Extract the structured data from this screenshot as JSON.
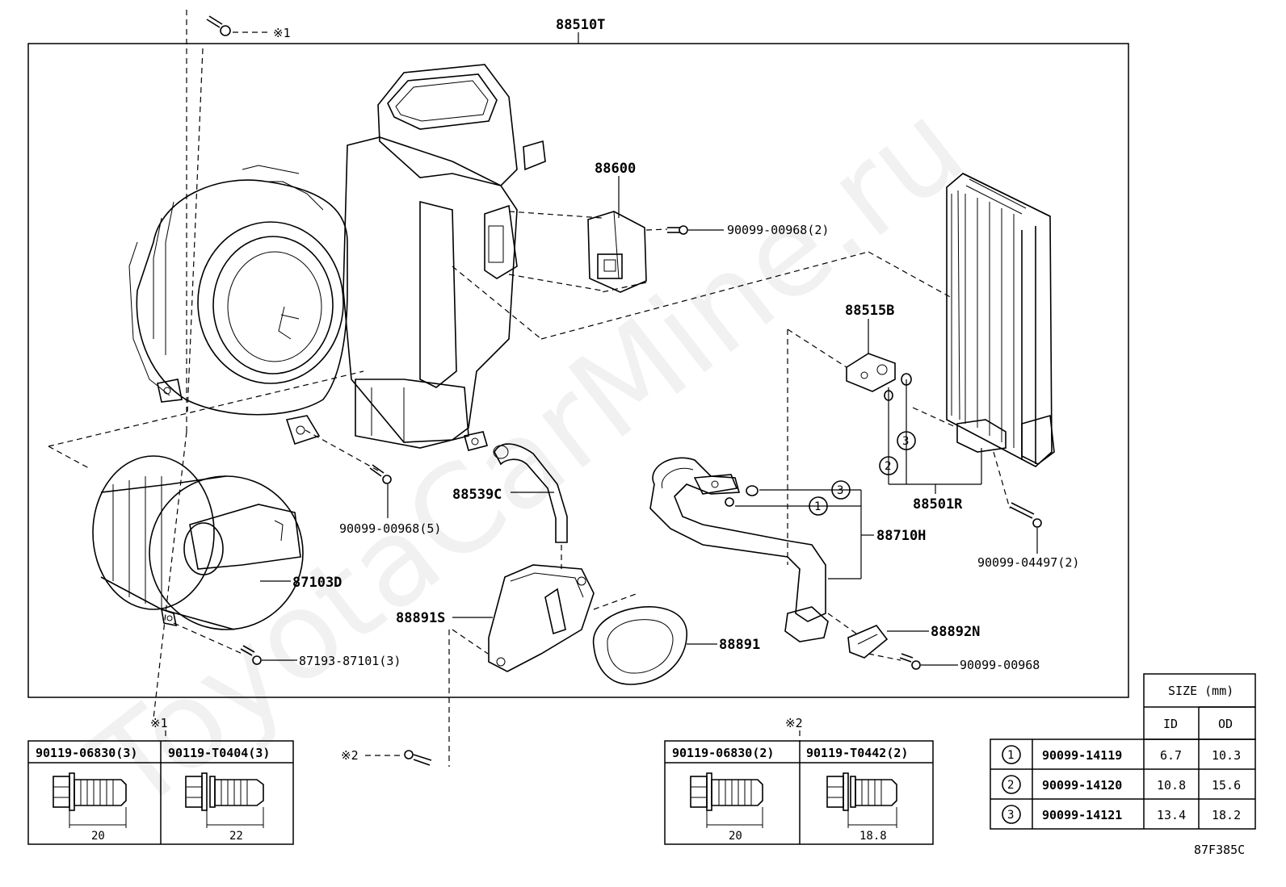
{
  "watermark": "ToyotaCarMine.ru",
  "diagram_code": "87F385C",
  "labels": {
    "assembly": "88510T",
    "p88600": "88600",
    "bolt_88600": "90099-00968(2)",
    "p88515B": "88515B",
    "p88501R": "88501R",
    "bolt_88501R": "90099-04497(2)",
    "p88539C": "88539C",
    "bolt_case": "90099-00968(5)",
    "p88710H": "88710H",
    "p87103D": "87103D",
    "bolt_87103D": "87193-87101(3)",
    "p88891S": "88891S",
    "p88891": "88891",
    "p88892N": "88892N",
    "bolt_88892N": "90099-00968",
    "note1_mark": "※1",
    "note2_mark": "※2",
    "note2_side_mark": "※2",
    "ring1": "1",
    "ring2": "2",
    "ring3": "3"
  },
  "note1_table": {
    "mark": "※1",
    "columns": [
      {
        "part": "90119-06830(3)",
        "length": "20"
      },
      {
        "part": "90119-T0404(3)",
        "length": "22"
      }
    ]
  },
  "note2_table": {
    "mark": "※2",
    "columns": [
      {
        "part": "90119-06830(2)",
        "length": "20"
      },
      {
        "part": "90119-T0442(2)",
        "length": "18.8"
      }
    ]
  },
  "oring_table": {
    "size_header": "SIZE (mm)",
    "id_header": "ID",
    "od_header": "OD",
    "rows": [
      {
        "no": "1",
        "part": "90099-14119",
        "id": "6.7",
        "od": "10.3"
      },
      {
        "no": "2",
        "part": "90099-14120",
        "id": "10.8",
        "od": "15.6"
      },
      {
        "no": "3",
        "part": "90099-14121",
        "id": "13.4",
        "od": "18.2"
      }
    ]
  }
}
